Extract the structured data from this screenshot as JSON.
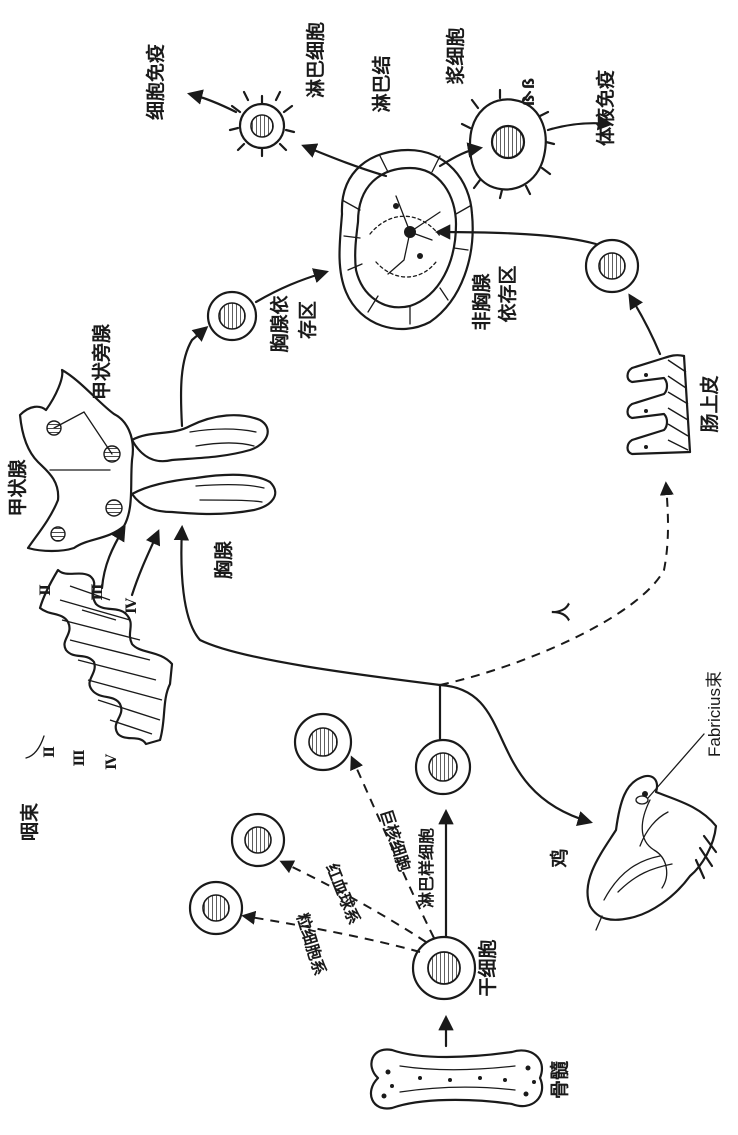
{
  "labels": {
    "pharyngeal_pouch": "咽束",
    "thyroid": "甲状腺",
    "parathyroid": "甲状旁腺",
    "thymus": "胸腺",
    "thymus_dependent_zone": "胸腺依存区",
    "lymph_node": "淋巴结",
    "non_thymus_dependent_zone": "非胸腺依存区",
    "lymphocyte": "淋巴细胞",
    "plasma_cell": "浆细胞",
    "cellular_immunity": "细胞免疫",
    "humoral_immunity": "体液免疫",
    "intestinal_epithelium": "肠上皮",
    "human": "人",
    "chicken": "鸡",
    "bursa": "Fabricius束",
    "stem_cell": "干细胞",
    "bone_marrow": "骨髓"
  },
  "roman_numerals": {
    "top_2": "Ⅱ",
    "top_3": "Ⅲ",
    "top_4": "Ⅳ",
    "bottom_2": "Ⅱ",
    "bottom_3": "Ⅲ",
    "bottom_4": "Ⅳ"
  },
  "arrow_labels": {
    "granulocyte": "粒细胞系",
    "erythrocyte": "红血球系",
    "megakaryocyte": "巨核细胞",
    "lymphoid": "淋巴样细胞"
  },
  "plasma_markers": "ß ß"
}
